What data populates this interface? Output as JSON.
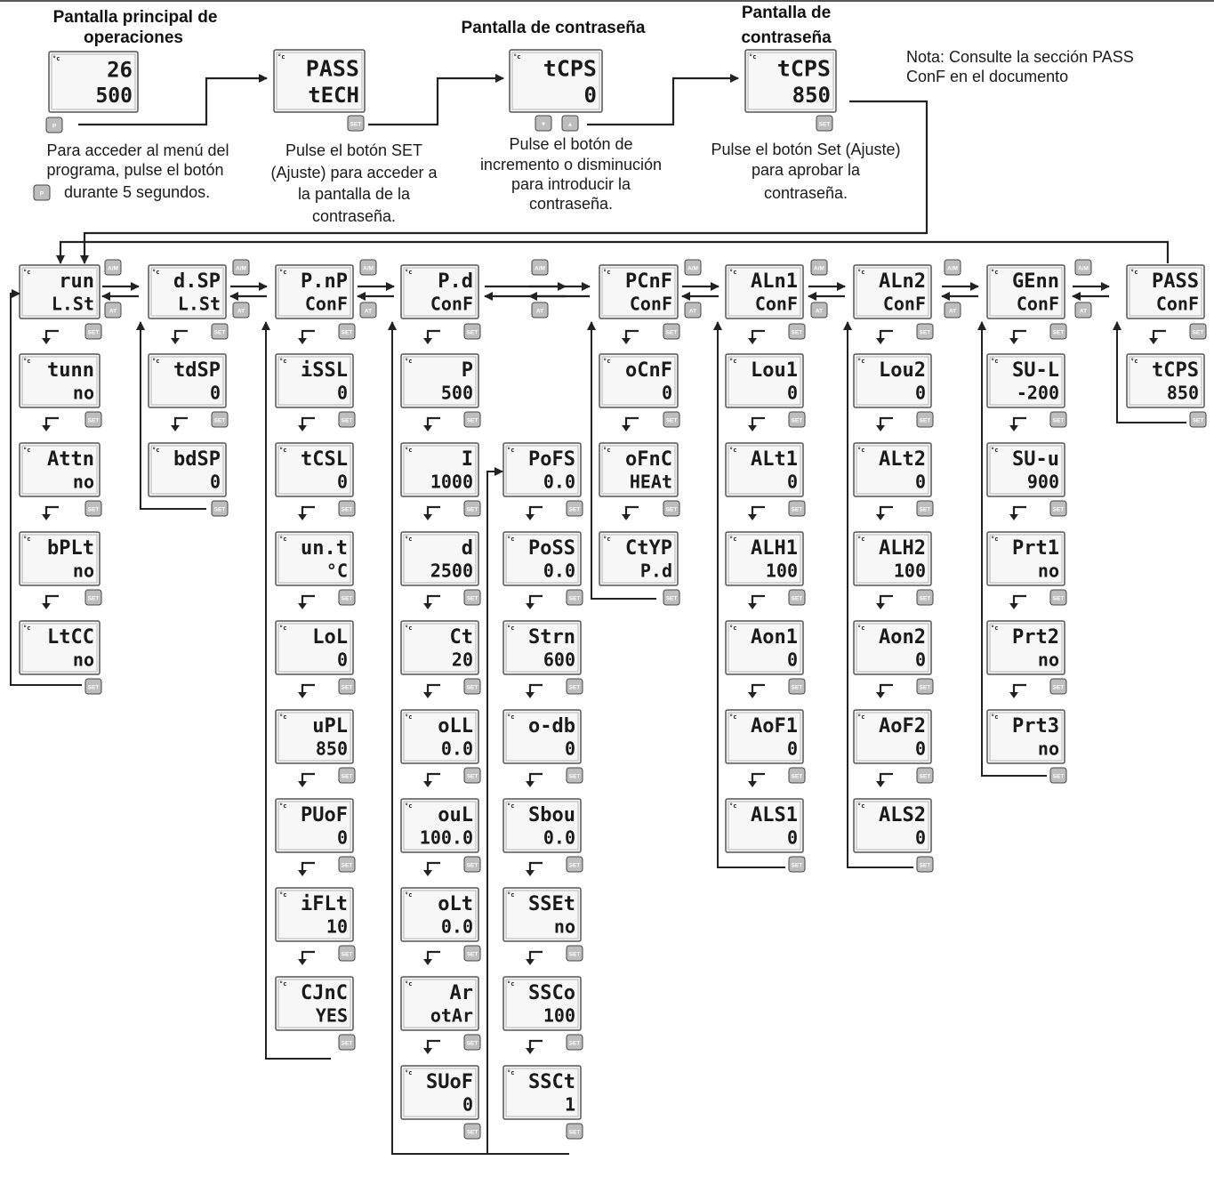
{
  "header": {
    "main_screen_title": [
      "Pantalla principal de",
      "operaciones"
    ],
    "password_screen_title": "Pantalla de contraseña",
    "password_screen_title_2": [
      "Pantalla de",
      "contraseña"
    ],
    "note": [
      "Nota: Consulte la sección PASS",
      "ConF en el documento"
    ]
  },
  "top_displays": [
    {
      "id": "main",
      "top": "26",
      "bottom": "500"
    },
    {
      "id": "pass",
      "top": "PASS",
      "bottom": "tECH"
    },
    {
      "id": "tcps1",
      "top": "tCPS",
      "bottom": "0"
    },
    {
      "id": "tcps2",
      "top": "tCPS",
      "bottom": "850"
    }
  ],
  "captions": {
    "c1": [
      "Para acceder al menú del",
      "programa, pulse el botón",
      "durante 5 segundos."
    ],
    "c2": [
      "Pulse el botón SET",
      "(Ajuste) para acceder a",
      "la pantalla de la",
      "contraseña."
    ],
    "c3": [
      "Pulse el botón de",
      "incremento o disminución",
      "para introducir la",
      "contraseña."
    ],
    "c4": [
      "Pulse el botón Set (Ajuste)",
      "para aprobar la",
      "contraseña."
    ]
  },
  "buttons": {
    "p": "P",
    "set": "SET",
    "aw": "A/M",
    "at": "AT"
  },
  "menus": [
    {
      "id": "run",
      "top": "run",
      "bottom": "L.St",
      "items": [
        [
          "tunn",
          "no"
        ],
        [
          "Attn",
          "no"
        ],
        [
          "bPLt",
          "no"
        ],
        [
          "LtCC",
          "no"
        ]
      ]
    },
    {
      "id": "disp",
      "top": "d.SP",
      "bottom": "L.St",
      "items": [
        [
          "tdSP",
          "0"
        ],
        [
          "bdSP",
          "0"
        ]
      ]
    },
    {
      "id": "inp",
      "top": "P.nP",
      "bottom": "ConF",
      "items": [
        [
          "iSSL",
          "0"
        ],
        [
          "tCSL",
          "0"
        ],
        [
          "un.t",
          "°C"
        ],
        [
          "LoL",
          "0"
        ],
        [
          "uPL",
          "850"
        ],
        [
          "PUoF",
          "0"
        ],
        [
          "iFLt",
          "10"
        ],
        [
          "CJnC",
          "YES"
        ]
      ]
    },
    {
      "id": "pid",
      "top": "P.d",
      "bottom": "ConF",
      "items": [
        [
          "P",
          "500"
        ],
        [
          "I",
          "1000"
        ],
        [
          "d",
          "2500"
        ],
        [
          "Ct",
          "20"
        ],
        [
          "oLL",
          "0.0"
        ],
        [
          "ouL",
          "100.0"
        ],
        [
          "oLt",
          "0.0"
        ],
        [
          "Ar",
          "otAr"
        ],
        [
          "SUoF",
          "0"
        ]
      ]
    },
    {
      "id": "pid2",
      "top": "",
      "bottom": "",
      "items": [
        [
          "PoFS",
          "0.0"
        ],
        [
          "PoSS",
          "0.0"
        ],
        [
          "Strn",
          "600"
        ],
        [
          "o-db",
          "0"
        ],
        [
          "Sbou",
          "0.0"
        ],
        [
          "SSEt",
          "no"
        ],
        [
          "SSCo",
          "100"
        ],
        [
          "SSCt",
          "1"
        ]
      ]
    },
    {
      "id": "pcnf",
      "top": "PCnF",
      "bottom": "ConF",
      "items": [
        [
          "oCnF",
          "0"
        ],
        [
          "oFnC",
          "HEAt"
        ],
        [
          "CtYP",
          "P.d"
        ]
      ]
    },
    {
      "id": "aln1",
      "top": "ALn1",
      "bottom": "ConF",
      "items": [
        [
          "Lou1",
          "0"
        ],
        [
          "ALt1",
          "0"
        ],
        [
          "ALH1",
          "100"
        ],
        [
          "Aon1",
          "0"
        ],
        [
          "AoF1",
          "0"
        ],
        [
          "ALS1",
          "0"
        ]
      ]
    },
    {
      "id": "aln2",
      "top": "ALn2",
      "bottom": "ConF",
      "items": [
        [
          "Lou2",
          "0"
        ],
        [
          "ALt2",
          "0"
        ],
        [
          "ALH2",
          "100"
        ],
        [
          "Aon2",
          "0"
        ],
        [
          "AoF2",
          "0"
        ],
        [
          "ALS2",
          "0"
        ]
      ]
    },
    {
      "id": "genn",
      "top": "GEnn",
      "bottom": "ConF",
      "items": [
        [
          "SU-L",
          "-200"
        ],
        [
          "SU-u",
          "900"
        ],
        [
          "Prt1",
          "no"
        ],
        [
          "Prt2",
          "no"
        ],
        [
          "Prt3",
          "no"
        ]
      ]
    },
    {
      "id": "pass",
      "top": "PASS",
      "bottom": "ConF",
      "items": [
        [
          "tCPS",
          "850"
        ]
      ]
    }
  ]
}
